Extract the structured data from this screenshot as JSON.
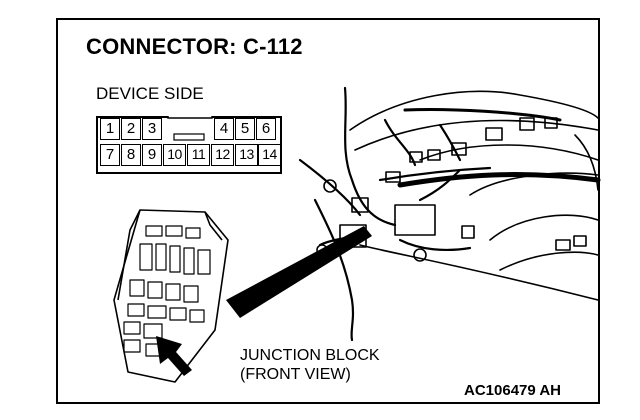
{
  "title": "CONNECTOR: C-112",
  "device_side_label": "DEVICE SIDE",
  "pins_top": [
    "1",
    "2",
    "3",
    "4",
    "5",
    "6"
  ],
  "pins_bottom": [
    "7",
    "8",
    "9",
    "10",
    "11",
    "12",
    "13",
    "14"
  ],
  "junction_block_label_line1": "JUNCTION BLOCK",
  "junction_block_label_line2": "(FRONT VIEW)",
  "figure_code": "AC106479 AH"
}
